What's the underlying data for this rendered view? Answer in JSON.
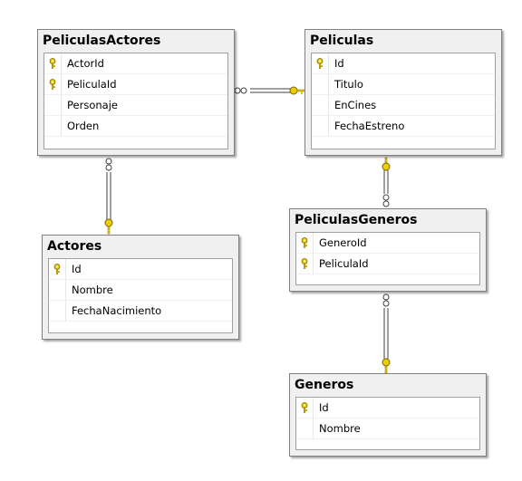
{
  "tables": {
    "peliculas_actores": {
      "name": "PeliculasActores",
      "columns": [
        {
          "name": "ActorId",
          "pk": true
        },
        {
          "name": "PeliculaId",
          "pk": true
        },
        {
          "name": "Personaje",
          "pk": false
        },
        {
          "name": "Orden",
          "pk": false
        }
      ]
    },
    "peliculas": {
      "name": "Peliculas",
      "columns": [
        {
          "name": "Id",
          "pk": true
        },
        {
          "name": "Titulo",
          "pk": false
        },
        {
          "name": "EnCines",
          "pk": false
        },
        {
          "name": "FechaEstreno",
          "pk": false
        }
      ]
    },
    "actores": {
      "name": "Actores",
      "columns": [
        {
          "name": "Id",
          "pk": true
        },
        {
          "name": "Nombre",
          "pk": false
        },
        {
          "name": "FechaNacimiento",
          "pk": false
        }
      ]
    },
    "peliculas_generos": {
      "name": "PeliculasGeneros",
      "columns": [
        {
          "name": "GeneroId",
          "pk": true
        },
        {
          "name": "PeliculaId",
          "pk": true
        }
      ]
    },
    "generos": {
      "name": "Generos",
      "columns": [
        {
          "name": "Id",
          "pk": true
        },
        {
          "name": "Nombre",
          "pk": false
        }
      ]
    }
  },
  "relationships": [
    {
      "many": "peliculas_actores",
      "one": "peliculas"
    },
    {
      "many": "peliculas_actores",
      "one": "actores"
    },
    {
      "many": "peliculas_generos",
      "one": "peliculas"
    },
    {
      "many": "peliculas_generos",
      "one": "generos"
    }
  ],
  "colors": {
    "key_icon": "#e8d000",
    "connector": "#404040",
    "header_bg": "#f0f0f0"
  }
}
